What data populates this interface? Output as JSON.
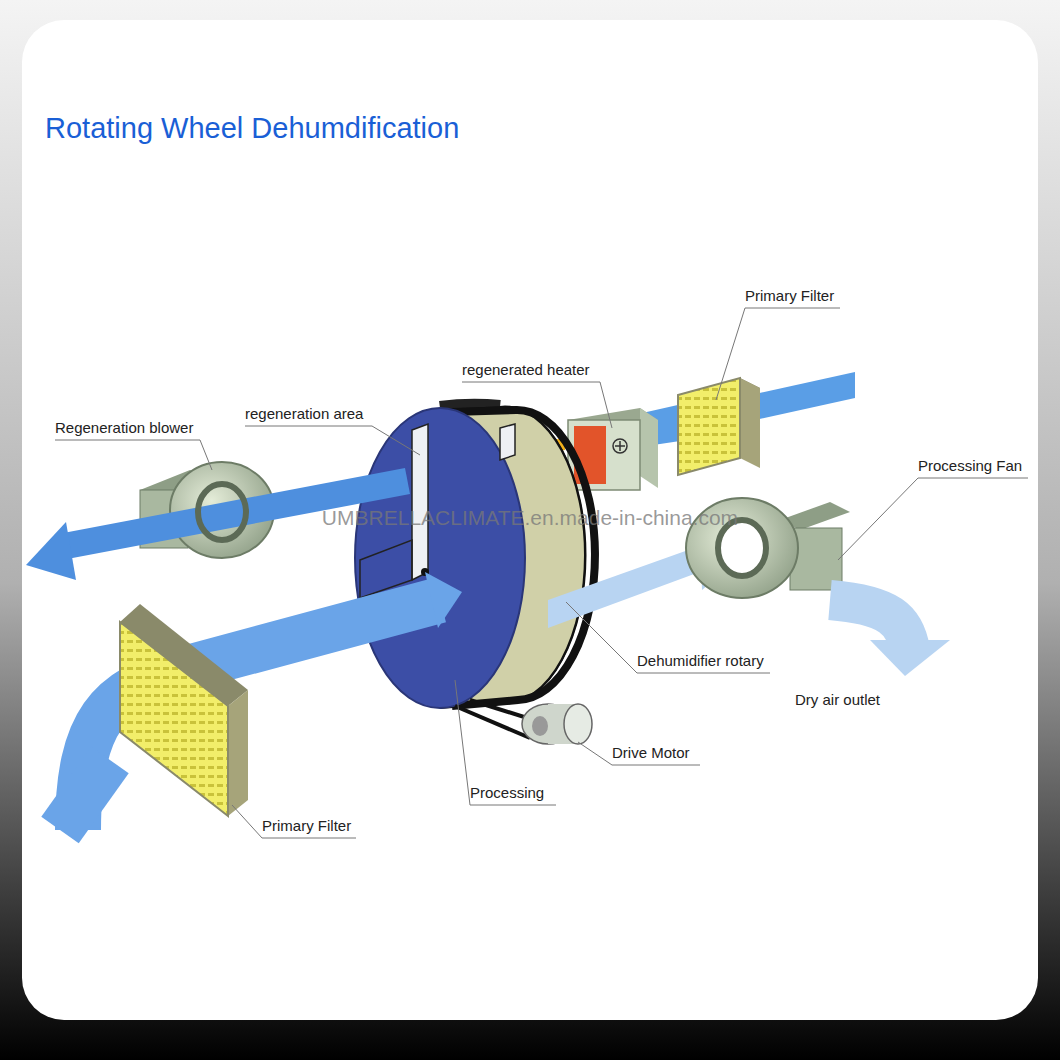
{
  "diagram": {
    "title": "Rotating Wheel Dehumdification",
    "labels": [
      "Primary Filter",
      "regenerated heater",
      "regeneration area",
      "Regeneration blower",
      "Processing Fan",
      "UMBRELLACLIMATE.en.made-in-china.com",
      "Dehumidifier rotary",
      "Dry air outlet",
      "Drive Motor",
      "Processing",
      "Primary Filter"
    ]
  }
}
